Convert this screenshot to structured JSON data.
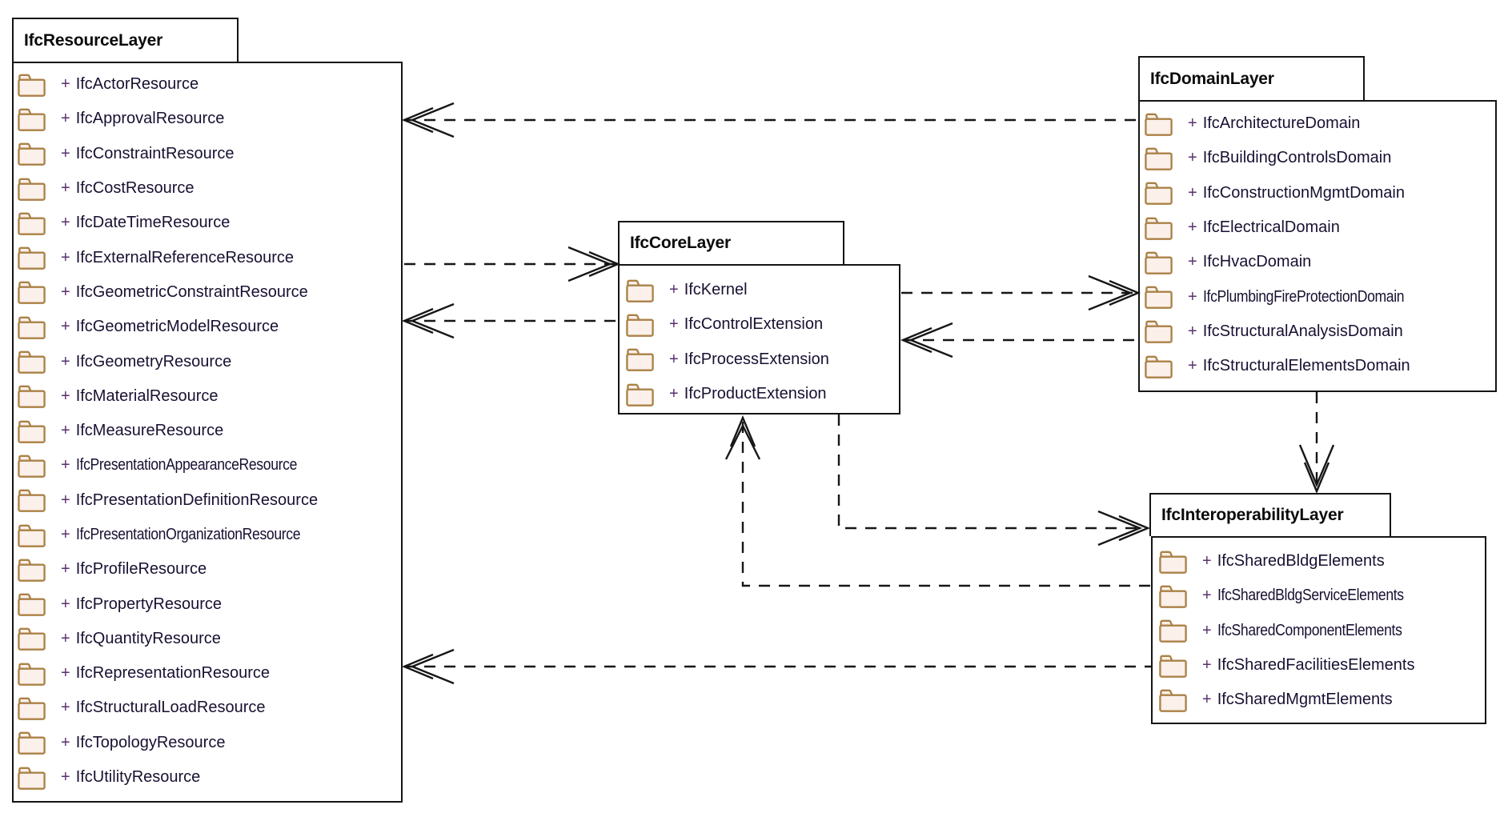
{
  "diagram": {
    "item_prefix": "+",
    "colors": {
      "box_border": "#141414",
      "box_fill": "#ffffff",
      "folder_stroke": "#ab8147",
      "folder_fill": "#fbf0ea",
      "title_text": "#0a0a0a",
      "item_text": "#191031",
      "plus_text": "#5a3070",
      "connector": "#161616",
      "page_bg": "#ffffff"
    },
    "layers": {
      "resource": {
        "title": "IfcResourceLayer",
        "items": [
          "IfcActorResource",
          "IfcApprovalResource",
          "IfcConstraintResource",
          "IfcCostResource",
          "IfcDateTimeResource",
          "IfcExternalReferenceResource",
          "IfcGeometricConstraintResource",
          "IfcGeometricModelResource",
          "IfcGeometryResource",
          "IfcMaterialResource",
          "IfcMeasureResource",
          "IfcPresentationAppearanceResource",
          "IfcPresentationDefinitionResource",
          "IfcPresentationOrganizationResource",
          "IfcProfileResource",
          "IfcPropertyResource",
          "IfcQuantityResource",
          "IfcRepresentationResource",
          "IfcStructuralLoadResource",
          "IfcTopologyResource",
          "IfcUtilityResource"
        ]
      },
      "core": {
        "title": "IfcCoreLayer",
        "items": [
          "IfcKernel",
          "IfcControlExtension",
          "IfcProcessExtension",
          "IfcProductExtension"
        ]
      },
      "domain": {
        "title": "IfcDomainLayer",
        "items": [
          "IfcArchitectureDomain",
          "IfcBuildingControlsDomain",
          "IfcConstructionMgmtDomain",
          "IfcElectricalDomain",
          "IfcHvacDomain",
          "IfcPlumbingFireProtectionDomain",
          "IfcStructuralAnalysisDomain",
          "IfcStructuralElementsDomain"
        ]
      },
      "interoperability": {
        "title": "IfcInteroperabilityLayer",
        "items": [
          "IfcSharedBldgElements",
          "IfcSharedBldgServiceElements",
          "IfcSharedComponentElements",
          "IfcSharedFacilitiesElements",
          "IfcSharedMgmtElements"
        ]
      }
    },
    "relationships": [
      {
        "from": "IfcDomainLayer",
        "to": "IfcResourceLayer",
        "style": "dashed",
        "arrow": "open"
      },
      {
        "from": "IfcResourceLayer",
        "to": "IfcCoreLayer",
        "style": "dashed",
        "arrow": "open"
      },
      {
        "from": "IfcCoreLayer",
        "to": "IfcResourceLayer",
        "style": "dashed",
        "arrow": "open"
      },
      {
        "from": "IfcCoreLayer",
        "to": "IfcDomainLayer",
        "style": "dashed",
        "arrow": "open"
      },
      {
        "from": "IfcDomainLayer",
        "to": "IfcCoreLayer",
        "style": "dashed",
        "arrow": "open"
      },
      {
        "from": "IfcDomainLayer",
        "to": "IfcInteroperabilityLayer",
        "style": "dashed",
        "arrow": "open"
      },
      {
        "from": "IfcCoreLayer",
        "to": "IfcInteroperabilityLayer",
        "style": "dashed",
        "arrow": "open"
      },
      {
        "from": "IfcInteroperabilityLayer",
        "to": "IfcCoreLayer",
        "style": "dashed",
        "arrow": "open"
      },
      {
        "from": "IfcInteroperabilityLayer",
        "to": "IfcResourceLayer",
        "style": "dashed",
        "arrow": "open"
      }
    ]
  }
}
